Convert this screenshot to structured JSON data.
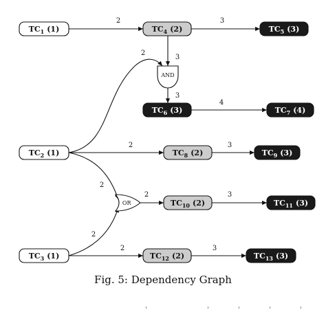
{
  "caption": "Fig. 5: Dependency Graph",
  "colors": {
    "white": "#ffffff",
    "gray": "#cccccc",
    "black": "#1a1a1a"
  },
  "nodes": [
    {
      "id": "tc1",
      "base": "TC",
      "sub": "1",
      "weight": "(1)",
      "fill": "white"
    },
    {
      "id": "tc4",
      "base": "TC",
      "sub": "4",
      "weight": "(2)",
      "fill": "gray"
    },
    {
      "id": "tc5",
      "base": "TC",
      "sub": "5",
      "weight": "(3)",
      "fill": "black"
    },
    {
      "id": "tc6",
      "base": "TC",
      "sub": "6",
      "weight": "(3)",
      "fill": "black"
    },
    {
      "id": "tc7",
      "base": "TC",
      "sub": "7",
      "weight": "(4)",
      "fill": "black"
    },
    {
      "id": "tc2",
      "base": "TC",
      "sub": "2",
      "weight": "(1)",
      "fill": "white"
    },
    {
      "id": "tc8",
      "base": "TC",
      "sub": "8",
      "weight": "(2)",
      "fill": "gray"
    },
    {
      "id": "tc9",
      "base": "TC",
      "sub": "9",
      "weight": "(3)",
      "fill": "black"
    },
    {
      "id": "tc10",
      "base": "TC",
      "sub": "10",
      "weight": "(2)",
      "fill": "gray"
    },
    {
      "id": "tc11",
      "base": "TC",
      "sub": "11",
      "weight": "(3)",
      "fill": "black"
    },
    {
      "id": "tc3",
      "base": "TC",
      "sub": "3",
      "weight": "(1)",
      "fill": "white"
    },
    {
      "id": "tc12",
      "base": "TC",
      "sub": "12",
      "weight": "(2)",
      "fill": "gray"
    },
    {
      "id": "tc13",
      "base": "TC",
      "sub": "13",
      "weight": "(3)",
      "fill": "black"
    }
  ],
  "gates": [
    {
      "id": "and",
      "label": "AND"
    },
    {
      "id": "or",
      "label": "OR"
    }
  ],
  "edges": [
    {
      "id": "e-tc1-tc4",
      "label": "2"
    },
    {
      "id": "e-tc4-tc5",
      "label": "3"
    },
    {
      "id": "e-tc4-and",
      "label": "3"
    },
    {
      "id": "e-tc2-and",
      "label": "2"
    },
    {
      "id": "e-and-tc6",
      "label": "3"
    },
    {
      "id": "e-tc6-tc7",
      "label": "4"
    },
    {
      "id": "e-tc2-tc8",
      "label": "2"
    },
    {
      "id": "e-tc8-tc9",
      "label": "3"
    },
    {
      "id": "e-tc2-or",
      "label": "2"
    },
    {
      "id": "e-tc3-or",
      "label": "2"
    },
    {
      "id": "e-or-tc10",
      "label": "2"
    },
    {
      "id": "e-tc10-tc11",
      "label": "3"
    },
    {
      "id": "e-tc3-tc12",
      "label": "2"
    },
    {
      "id": "e-tc12-tc13",
      "label": "3"
    }
  ]
}
